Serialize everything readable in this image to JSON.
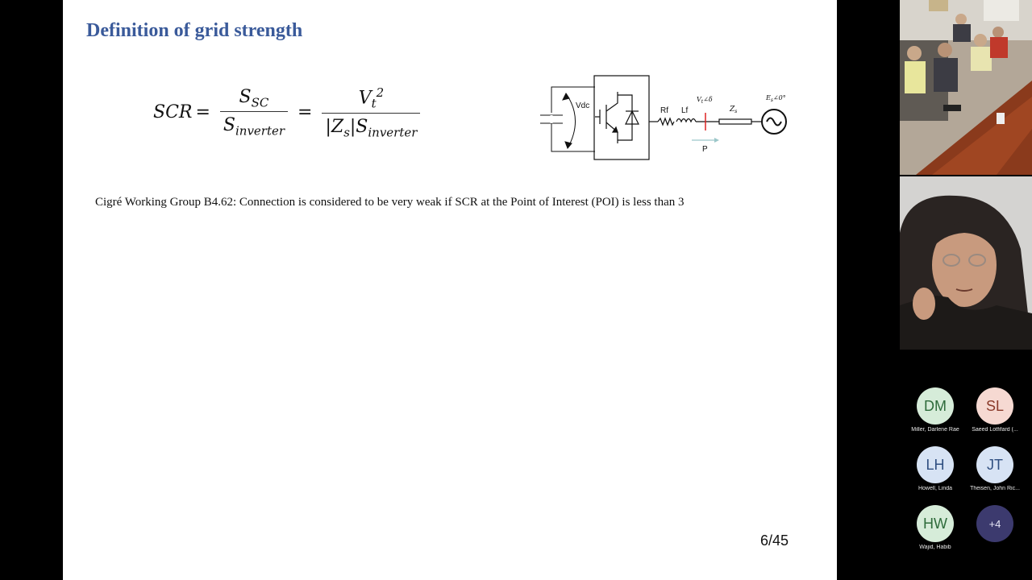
{
  "slide": {
    "title": "Definition of grid strength",
    "formula": {
      "lhs": "SCR",
      "eq": "=",
      "frac1_num_base": "S",
      "frac1_num_sub": "SC",
      "frac1_den_base": "S",
      "frac1_den_sub": "inverter",
      "frac2_num_base": "V",
      "frac2_num_sub": "t",
      "frac2_num_sup": "2",
      "frac2_den_left": "|Z",
      "frac2_den_left_sub": "s",
      "frac2_den_mid": "|S",
      "frac2_den_mid_sub": "inverter"
    },
    "circuit": {
      "vdc_label": "Vdc",
      "rf_label": "Rf",
      "lf_label": "Lf",
      "vt_label": "V",
      "vt_sub": "t",
      "vt_angle": "∠δ",
      "zs_label": "Z",
      "zs_sub": "s",
      "es_label": "E",
      "es_sub": "s",
      "es_angle": "∠0°",
      "p_label": "P"
    },
    "statement": "Cigré Working Group B4.62: Connection is considered to be very weak if SCR at the Point of Interest (POI) is less than 3",
    "page_number": "6/45"
  },
  "participants": [
    {
      "initials": "DM",
      "name": "Miller, Darlene Rae",
      "bg": "#d6ecd9",
      "fg": "#2e6b3b"
    },
    {
      "initials": "SL",
      "name": "Saeed Lotfifard (...",
      "bg": "#f6d9d2",
      "fg": "#8a3a2a"
    },
    {
      "initials": "LH",
      "name": "Howell, Linda",
      "bg": "#d7e3f4",
      "fg": "#2f4f80"
    },
    {
      "initials": "JT",
      "name": "Theisen, John Ric...",
      "bg": "#d7e3f4",
      "fg": "#2f4f80"
    },
    {
      "initials": "HW",
      "name": "Wajid, Habib",
      "bg": "#d6ecd9",
      "fg": "#2e6b3b"
    }
  ],
  "more_participants": "+4",
  "colors": {
    "title": "#3a5a9a",
    "more_bg": "#3c3a6e"
  }
}
